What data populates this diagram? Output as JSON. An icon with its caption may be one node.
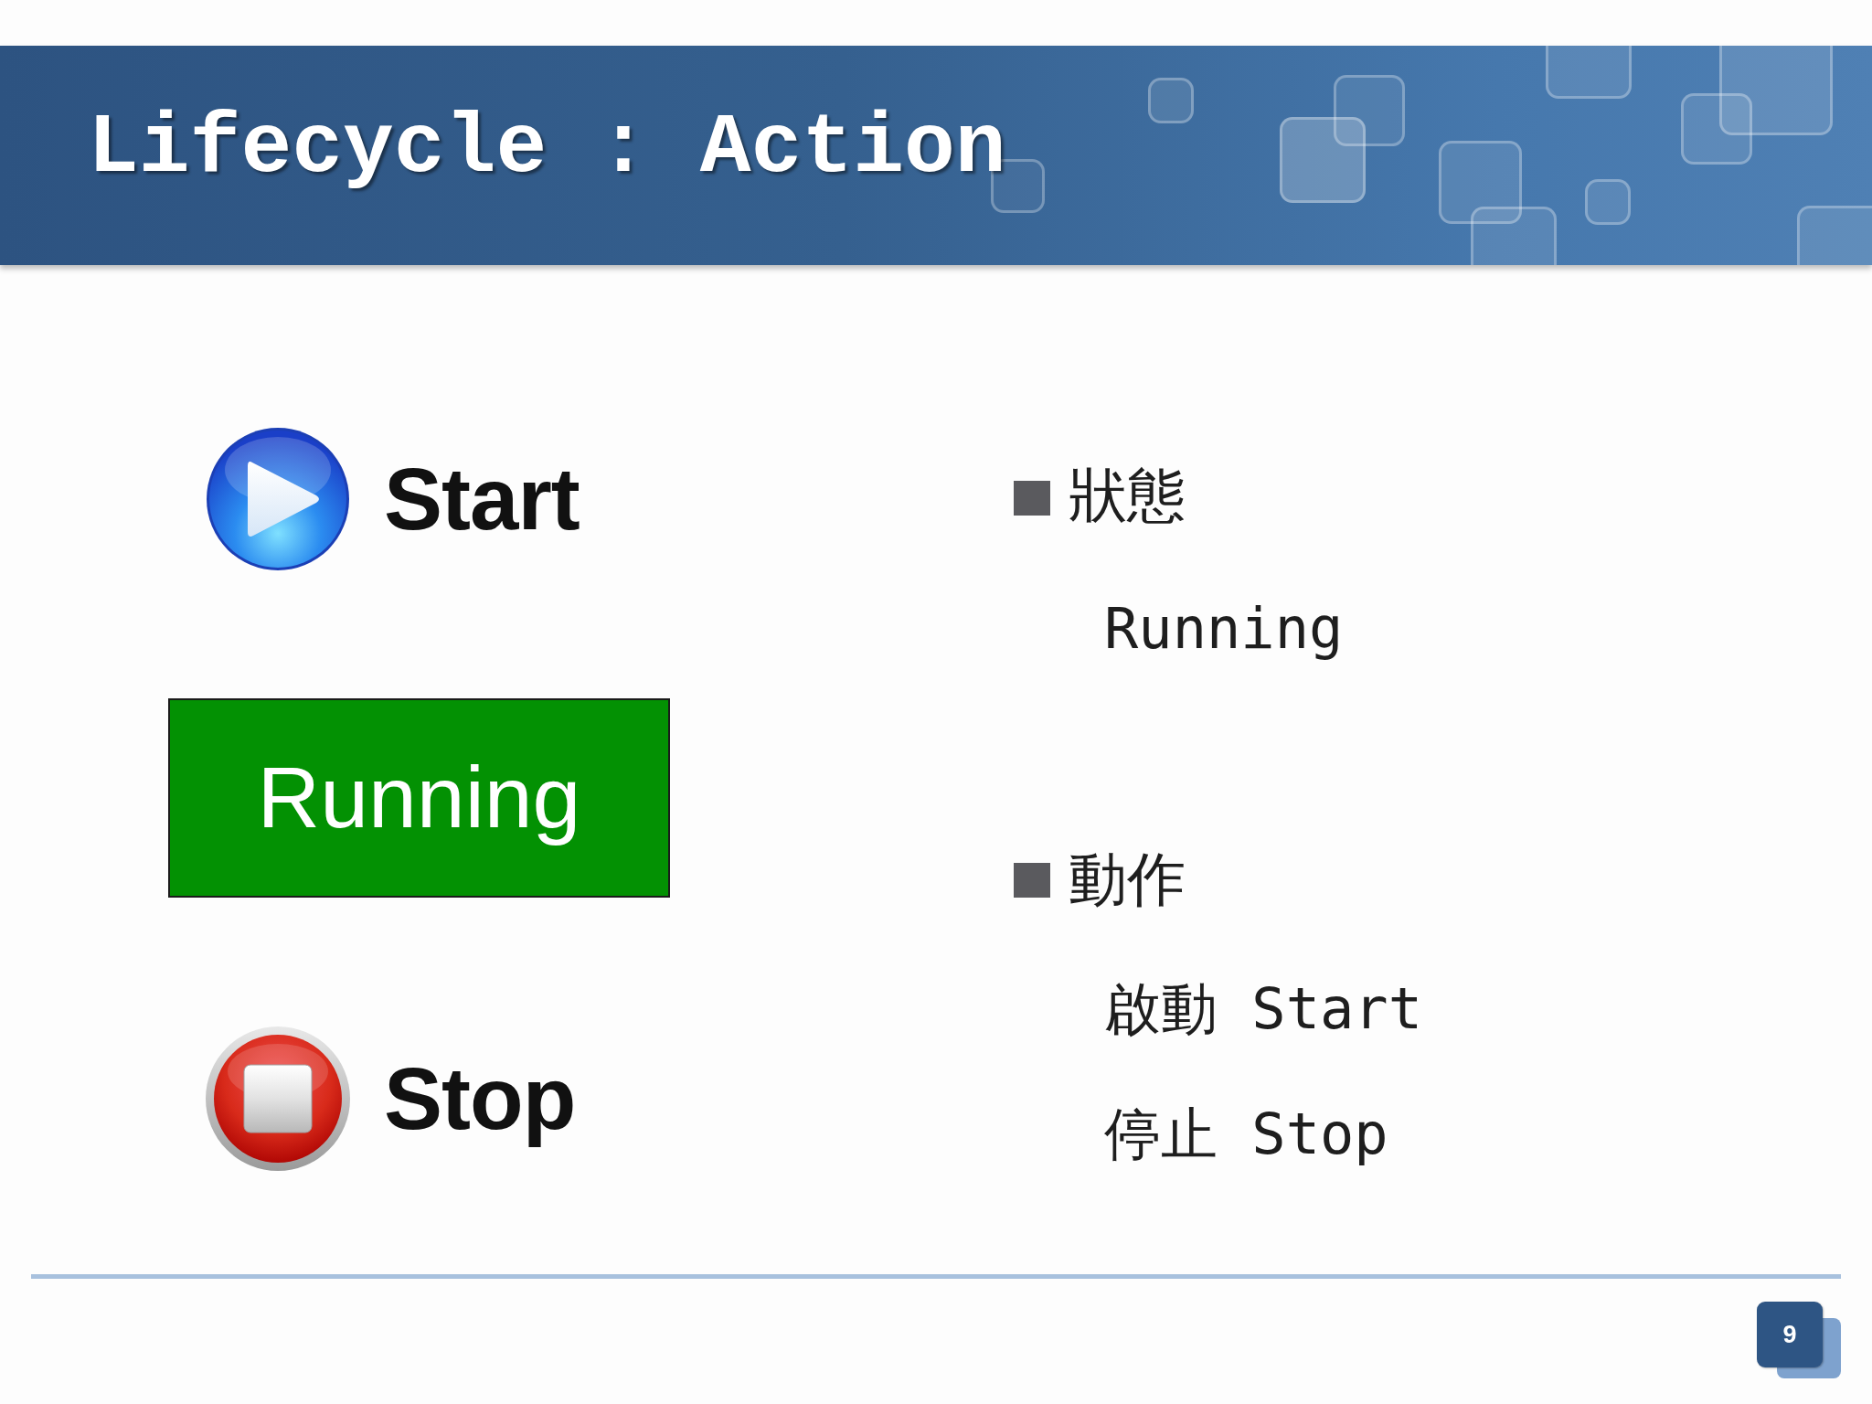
{
  "diagram": {
    "title": "Lifecycle : Action",
    "nodes": [
      {
        "text": [
          "Running"
        ]
      }
    ],
    "labels": [
      "Start",
      "Stop",
      "狀態",
      "Running",
      "動作",
      "啟動 Start",
      "停止 Stop",
      "9"
    ]
  }
}
